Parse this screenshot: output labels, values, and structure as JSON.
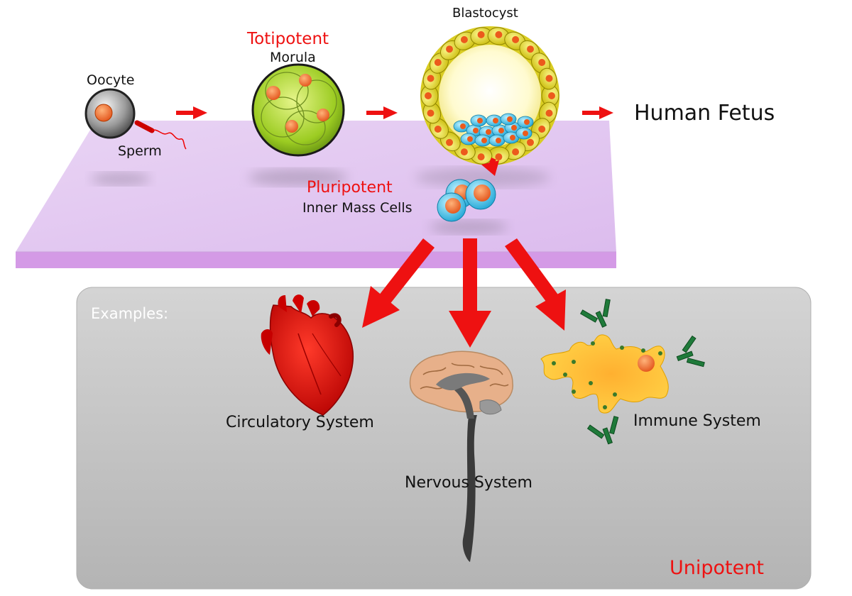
{
  "stages": {
    "oocyte": "Oocyte",
    "sperm": "Sperm",
    "totipotent": "Totipotent",
    "morula": "Morula",
    "blastocyst": "Blastocyst",
    "human_fetus": "Human Fetus",
    "pluripotent": "Pluripotent",
    "inner_mass": "Inner Mass Cells"
  },
  "examples_panel": {
    "heading": "Examples:",
    "items": [
      {
        "label": "Circulatory System",
        "icon": "heart-icon"
      },
      {
        "label": "Nervous System",
        "icon": "brain-icon"
      },
      {
        "label": "Immune System",
        "icon": "immune-cell-icon"
      }
    ],
    "potency": "Unipotent"
  },
  "colors": {
    "accent_red": "#ee1111",
    "platform": "#e6cdf2",
    "panel": "#c4c4c4",
    "morula_green": "#8cc21a",
    "blastocyst_yellow": "#e9df1c",
    "inner_cell_blue": "#3fbfe6",
    "nucleus_orange": "#f06820",
    "antibody_green": "#1f7a3a"
  }
}
